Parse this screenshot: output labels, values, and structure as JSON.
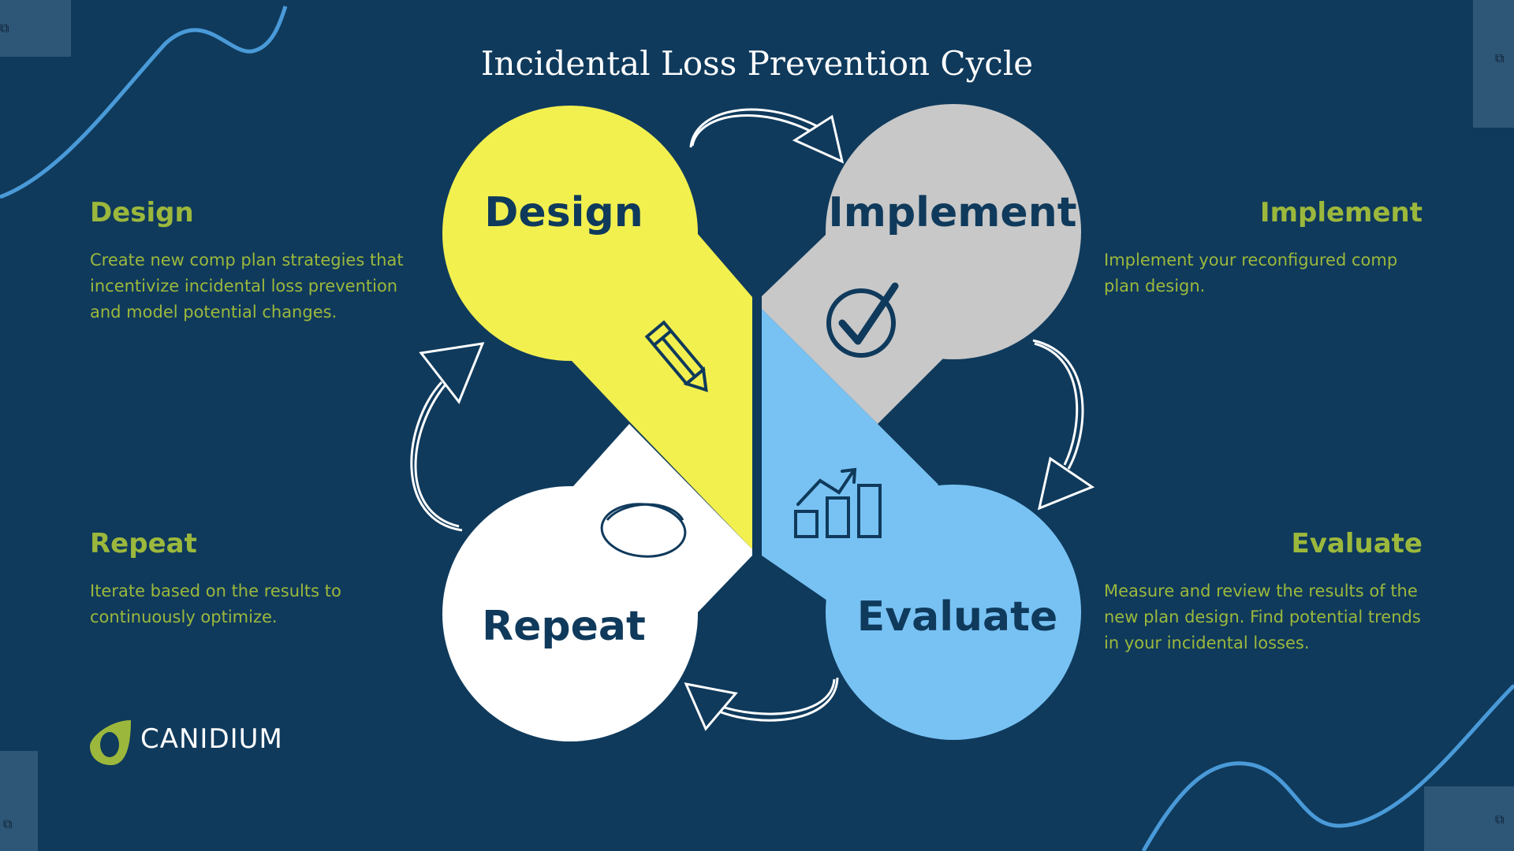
{
  "title": "Incidental Loss Prevention Cycle",
  "colors": {
    "background": "#0f3a5c",
    "design": "#f2f04f",
    "implement": "#c8c8c8",
    "evaluate": "#78c2f3",
    "repeat": "#ffffff",
    "accent_text": "#9cb83c",
    "curve": "#4a9ad8"
  },
  "stages": {
    "design": {
      "label": "Design",
      "heading": "Design",
      "description": "Create new comp plan strategies that incentivize incidental loss prevention and model potential changes.",
      "icon": "pencil-icon"
    },
    "implement": {
      "label": "Implement",
      "heading": "Implement",
      "description": "Implement your reconfigured comp plan design.",
      "icon": "check-circle-icon"
    },
    "evaluate": {
      "label": "Evaluate",
      "heading": "Evaluate",
      "description": "Measure and review the results of the new plan design. Find potential trends in your incidental losses.",
      "icon": "bar-chart-icon"
    },
    "repeat": {
      "label": "Repeat",
      "heading": "Repeat",
      "description": "Iterate based on the results to continuously optimize.",
      "icon": "circle-scribble-icon"
    }
  },
  "logo": {
    "text": "CANIDIUM"
  }
}
